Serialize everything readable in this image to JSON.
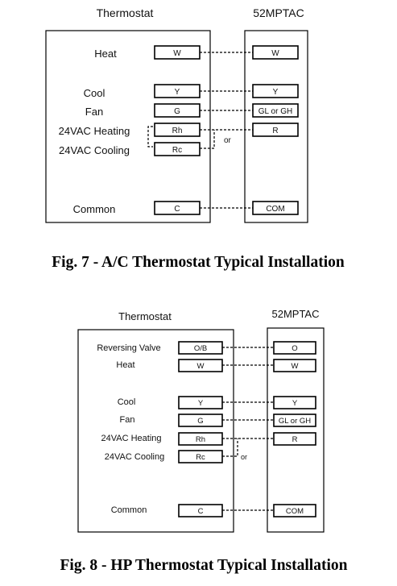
{
  "fig7": {
    "thermostat_title": "Thermostat",
    "unit_title": "52MPTAC",
    "labels": {
      "heat": "Heat",
      "cool": "Cool",
      "fan": "Fan",
      "heating24": "24VAC Heating",
      "cooling24": "24VAC Cooling",
      "common": "Common"
    },
    "thermostat_terminals": {
      "w": "W",
      "y": "Y",
      "g": "G",
      "rh": "Rh",
      "rc": "Rc",
      "c": "C"
    },
    "unit_terminals": {
      "w": "W",
      "y": "Y",
      "g": "GL or GH",
      "r": "R",
      "com": "COM"
    },
    "or_label": "or",
    "caption": "Fig. 7 - A/C Thermostat Typical Installation"
  },
  "fig8": {
    "thermostat_title": "Thermostat",
    "unit_title": "52MPTAC",
    "labels": {
      "reversing": "Reversing Valve",
      "heat": "Heat",
      "cool": "Cool",
      "fan": "Fan",
      "heating24": "24VAC Heating",
      "cooling24": "24VAC Cooling",
      "common": "Common"
    },
    "thermostat_terminals": {
      "ob": "O/B",
      "w": "W",
      "y": "Y",
      "g": "G",
      "rh": "Rh",
      "rc": "Rc",
      "c": "C"
    },
    "unit_terminals": {
      "o": "O",
      "w": "W",
      "y": "Y",
      "g": "GL or GH",
      "r": "R",
      "com": "COM"
    },
    "or_label": "or",
    "caption": "Fig. 8 - HP Thermostat Typical Installation"
  }
}
